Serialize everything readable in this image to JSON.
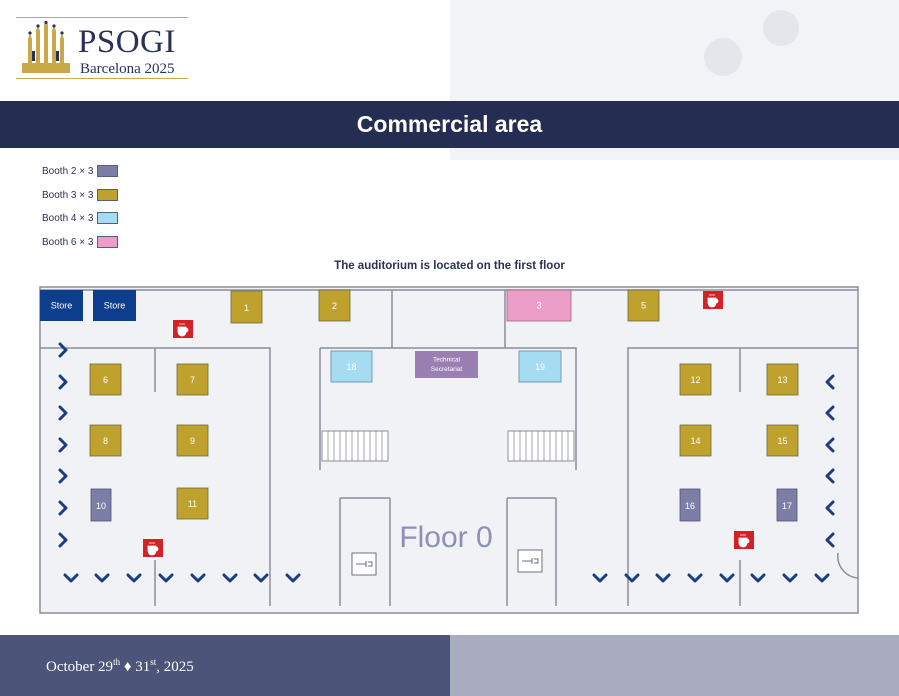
{
  "logo": {
    "title": "PSOGI",
    "subtitle": "Barcelona 2025"
  },
  "header": {
    "title": "Commercial area"
  },
  "legend": [
    {
      "label": "Booth 2 × 3",
      "color": "#7c7ea6"
    },
    {
      "label": "Booth 3 × 3",
      "color": "#bfa12e"
    },
    {
      "label": "Booth 4 × 3",
      "color": "#a6dcf2"
    },
    {
      "label": "Booth 6 × 3",
      "color": "#ec9ec9"
    }
  ],
  "plan": {
    "caption": "The auditorium is located on the first floor",
    "floor_label": "Floor 0",
    "stores": [
      "Store",
      "Store"
    ],
    "technical_secretariat": [
      "Technical",
      "Secretariat"
    ],
    "booths": {
      "b1": "1",
      "b2": "2",
      "b3": "3",
      "b5": "5",
      "b6": "6",
      "b7": "7",
      "b8": "8",
      "b9": "9",
      "b10": "10",
      "b11": "11",
      "b12": "12",
      "b13": "13",
      "b14": "14",
      "b15": "15",
      "b16": "16",
      "b17": "17",
      "b18": "18",
      "b19": "19"
    },
    "colors": {
      "store": "#0d3e8e",
      "secretariat": "#9a7fb3",
      "coffee": "#d42128",
      "arrow": "#1c3b86"
    }
  },
  "footer": {
    "date_start": "October 29",
    "date_start_sup": "th",
    "separator": "♦",
    "date_end": "31",
    "date_end_sup": "st",
    "year": ", 2025"
  }
}
